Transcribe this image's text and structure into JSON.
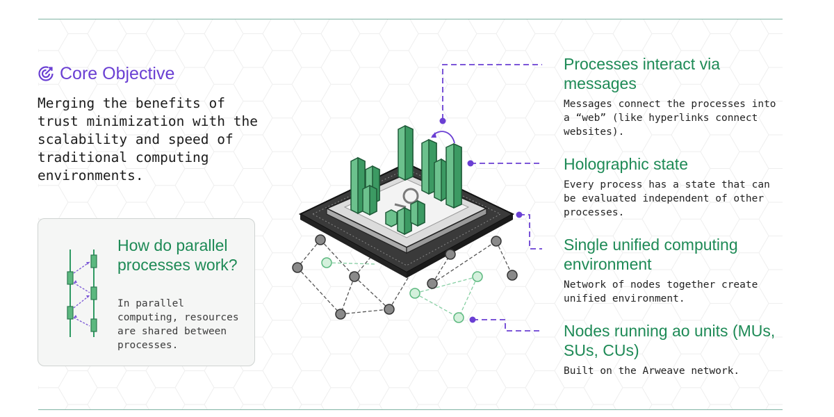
{
  "core": {
    "title": "Core Objective",
    "text": "Merging the benefits of trust minimization with the scalability and speed of traditional computing environments.",
    "icon": "target-icon"
  },
  "card": {
    "title": "How do parallel processes work?",
    "text": "In parallel computing, resources are shared between processes.",
    "icon": "parallel-processes-icon"
  },
  "features": [
    {
      "title": "Processes interact via messages",
      "text": "Messages connect the processes into a “web” (like hyperlinks connect websites)."
    },
    {
      "title": "Holographic state",
      "text": "Every process has a state that can be evaluated independent of other processes."
    },
    {
      "title": "Single unified computing environment",
      "text": "Network of nodes together create unified environment."
    },
    {
      "title": "Nodes running ao units (MUs, SUs, CUs)",
      "text": "Built on the Arweave network."
    }
  ],
  "colors": {
    "purple": "#6a3fd3",
    "green": "#1e8a56",
    "bar_green": "#5cb87f",
    "rule": "#7fb3a3"
  }
}
